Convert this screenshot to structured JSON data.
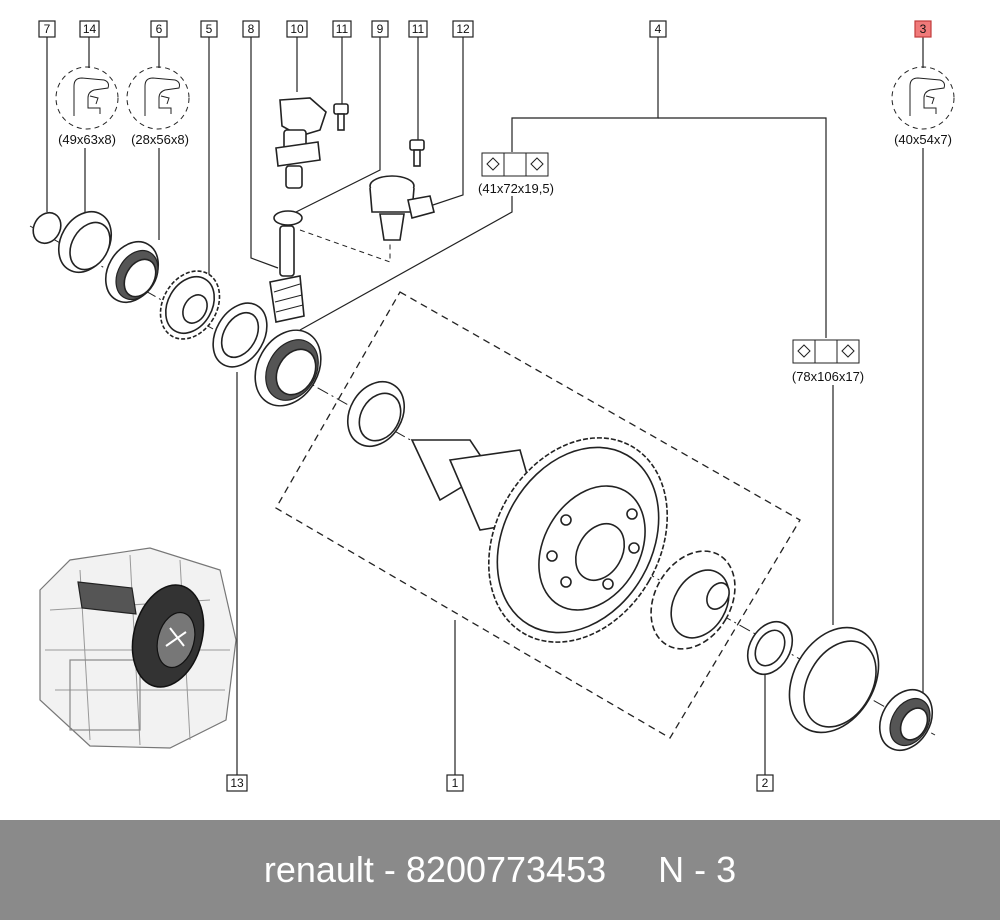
{
  "callouts": {
    "c7": "7",
    "c14": "14",
    "c6": "6",
    "c5": "5",
    "c8": "8",
    "c10": "10",
    "c11a": "11",
    "c9": "9",
    "c11b": "11",
    "c12": "12",
    "c4": "4",
    "c3": "3",
    "c13": "13",
    "c1": "1",
    "c2": "2"
  },
  "dims": {
    "seal14": "(49x63x8)",
    "seal6": "(28x56x8)",
    "bearing_small": "(41x72x19,5)",
    "bearing_large": "(78x106x17)",
    "seal3": "(40x54x7)"
  },
  "colors": {
    "highlight": "#f07a7a",
    "footer_bg": "#8a8a8a"
  },
  "footer": {
    "brand": "renault - 8200773453",
    "ref": "N - 3"
  }
}
